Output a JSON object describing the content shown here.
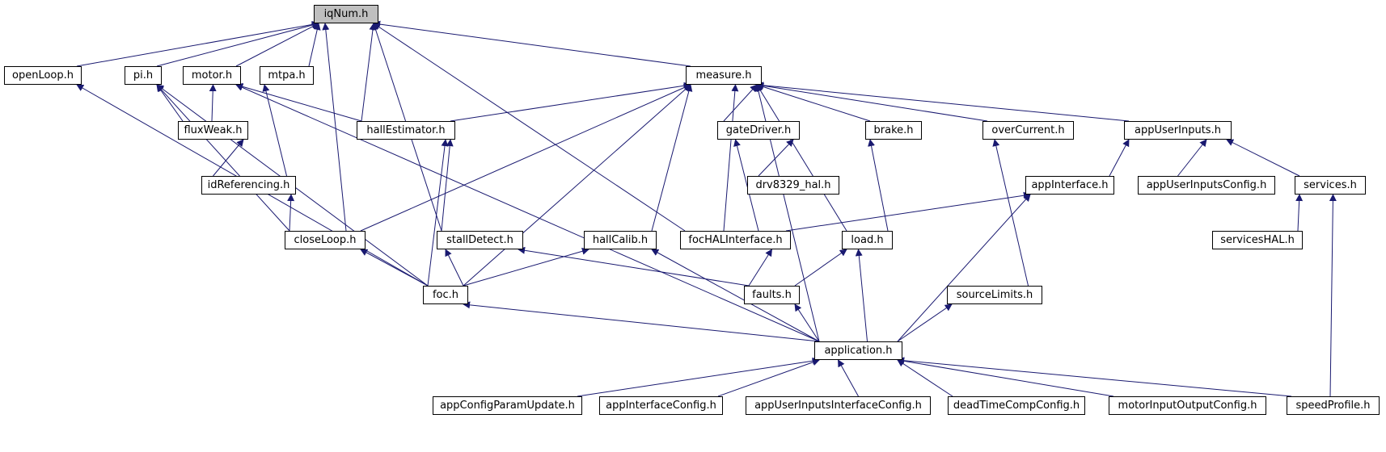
{
  "colors": {
    "edge": "#191970",
    "node_border": "#000000",
    "root_fill": "#bfbfbf",
    "node_fill": "#ffffff"
  },
  "nodes": {
    "iqNum": "iqNum.h",
    "openLoop": "openLoop.h",
    "pi": "pi.h",
    "motor": "motor.h",
    "mtpa": "mtpa.h",
    "measure": "measure.h",
    "fluxWeak": "fluxWeak.h",
    "hallEstimator": "hallEstimator.h",
    "gateDriver": "gateDriver.h",
    "brake": "brake.h",
    "overCurrent": "overCurrent.h",
    "appUserInputs": "appUserInputs.h",
    "idReferencing": "idReferencing.h",
    "drv8329": "drv8329_hal.h",
    "appInterface": "appInterface.h",
    "appUserInputsConfig": "appUserInputsConfig.h",
    "services": "services.h",
    "closeLoop": "closeLoop.h",
    "stallDetect": "stallDetect.h",
    "hallCalib": "hallCalib.h",
    "focHALInterface": "focHALInterface.h",
    "load": "load.h",
    "servicesHAL": "servicesHAL.h",
    "foc": "foc.h",
    "faults": "faults.h",
    "sourceLimits": "sourceLimits.h",
    "application": "application.h",
    "appConfigParamUpdate": "appConfigParamUpdate.h",
    "appInterfaceConfig": "appInterfaceConfig.h",
    "appUserInputsInterfaceConfig": "appUserInputsInterfaceConfig.h",
    "deadTimeCompConfig": "deadTimeCompConfig.h",
    "motorInputOutputConfig": "motorInputOutputConfig.h",
    "speedProfile": "speedProfile.h"
  },
  "edges": [
    [
      "iqNum",
      "openLoop"
    ],
    [
      "iqNum",
      "pi"
    ],
    [
      "iqNum",
      "motor"
    ],
    [
      "iqNum",
      "mtpa"
    ],
    [
      "iqNum",
      "measure"
    ],
    [
      "iqNum",
      "hallEstimator"
    ],
    [
      "iqNum",
      "closeLoop"
    ],
    [
      "iqNum",
      "stallDetect"
    ],
    [
      "iqNum",
      "focHALInterface"
    ],
    [
      "openLoop",
      "foc"
    ],
    [
      "pi",
      "fluxWeak"
    ],
    [
      "pi",
      "closeLoop"
    ],
    [
      "pi",
      "foc"
    ],
    [
      "motor",
      "fluxWeak"
    ],
    [
      "motor",
      "hallEstimator"
    ],
    [
      "motor",
      "application"
    ],
    [
      "mtpa",
      "idReferencing"
    ],
    [
      "fluxWeak",
      "idReferencing"
    ],
    [
      "idReferencing",
      "closeLoop"
    ],
    [
      "measure",
      "hallEstimator"
    ],
    [
      "measure",
      "closeLoop"
    ],
    [
      "measure",
      "foc"
    ],
    [
      "measure",
      "hallCalib"
    ],
    [
      "measure",
      "focHALInterface"
    ],
    [
      "measure",
      "gateDriver"
    ],
    [
      "measure",
      "load"
    ],
    [
      "measure",
      "brake"
    ],
    [
      "measure",
      "overCurrent"
    ],
    [
      "measure",
      "appUserInputs"
    ],
    [
      "measure",
      "application"
    ],
    [
      "hallEstimator",
      "stallDetect"
    ],
    [
      "hallEstimator",
      "foc"
    ],
    [
      "gateDriver",
      "drv8329"
    ],
    [
      "gateDriver",
      "focHALInterface"
    ],
    [
      "brake",
      "load"
    ],
    [
      "overCurrent",
      "sourceLimits"
    ],
    [
      "appUserInputs",
      "appInterface"
    ],
    [
      "appUserInputs",
      "appUserInputsConfig"
    ],
    [
      "appUserInputs",
      "services"
    ],
    [
      "appInterface",
      "focHALInterface"
    ],
    [
      "appInterface",
      "application"
    ],
    [
      "services",
      "servicesHAL"
    ],
    [
      "services",
      "speedProfile"
    ],
    [
      "closeLoop",
      "foc"
    ],
    [
      "stallDetect",
      "foc"
    ],
    [
      "stallDetect",
      "faults"
    ],
    [
      "hallCalib",
      "foc"
    ],
    [
      "hallCalib",
      "application"
    ],
    [
      "focHALInterface",
      "faults"
    ],
    [
      "load",
      "faults"
    ],
    [
      "load",
      "application"
    ],
    [
      "foc",
      "application"
    ],
    [
      "faults",
      "application"
    ],
    [
      "sourceLimits",
      "application"
    ],
    [
      "application",
      "appConfigParamUpdate"
    ],
    [
      "application",
      "appInterfaceConfig"
    ],
    [
      "application",
      "appUserInputsInterfaceConfig"
    ],
    [
      "application",
      "deadTimeCompConfig"
    ],
    [
      "application",
      "motorInputOutputConfig"
    ],
    [
      "application",
      "speedProfile"
    ]
  ]
}
